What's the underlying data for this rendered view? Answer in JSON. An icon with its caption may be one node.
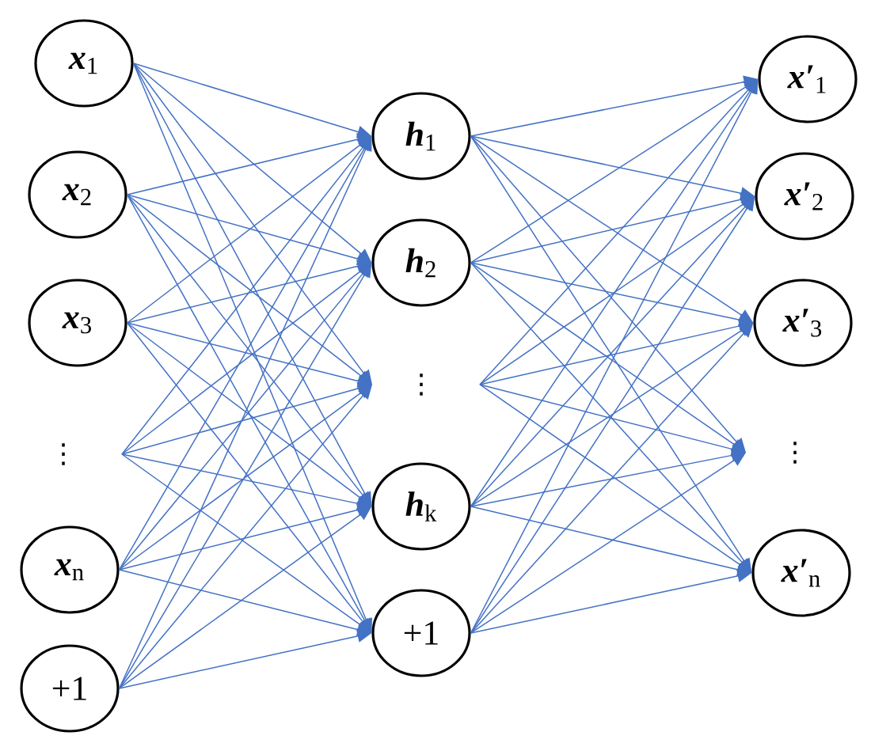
{
  "diagram": {
    "nodes": [
      {
        "text": [
          "**x**$_{1}$"
        ]
      },
      {
        "text": [
          "**x**$_{2}$"
        ]
      },
      {
        "text": [
          "**x**$_{3}$"
        ]
      },
      {
        "text": [
          "⋮"
        ]
      },
      {
        "text": [
          "**x**$_{n}$"
        ]
      },
      {
        "text": [
          "+1"
        ]
      },
      {
        "text": [
          "**h**$_{1}$"
        ]
      },
      {
        "text": [
          "**h**$_{2}$"
        ]
      },
      {
        "text": [
          "⋮"
        ]
      },
      {
        "text": [
          "**h**$_{k}$"
        ]
      },
      {
        "text": [
          "+1"
        ]
      },
      {
        "text": [
          "**x′**$_{1}$"
        ]
      },
      {
        "text": [
          "**x′**$_{2}$"
        ]
      },
      {
        "text": [
          "**x′**$_{3}$"
        ]
      },
      {
        "text": [
          "⋮"
        ]
      },
      {
        "text": [
          "**x′**$_{n}$"
        ]
      }
    ],
    "edges": [
      {
        "from": 0,
        "to": 6,
        "arrow": "to"
      },
      {
        "from": 0,
        "to": 7,
        "arrow": "to"
      },
      {
        "from": 0,
        "to": 8,
        "arrow": "to"
      },
      {
        "from": 0,
        "to": 9,
        "arrow": "to"
      },
      {
        "from": 0,
        "to": 10,
        "arrow": "to"
      },
      {
        "from": 1,
        "to": 6,
        "arrow": "to"
      },
      {
        "from": 1,
        "to": 7,
        "arrow": "to"
      },
      {
        "from": 1,
        "to": 8,
        "arrow": "to"
      },
      {
        "from": 1,
        "to": 9,
        "arrow": "to"
      },
      {
        "from": 1,
        "to": 10,
        "arrow": "to"
      },
      {
        "from": 2,
        "to": 6,
        "arrow": "to"
      },
      {
        "from": 2,
        "to": 7,
        "arrow": "to"
      },
      {
        "from": 2,
        "to": 8,
        "arrow": "to"
      },
      {
        "from": 2,
        "to": 9,
        "arrow": "to"
      },
      {
        "from": 2,
        "to": 10,
        "arrow": "to"
      },
      {
        "from": 3,
        "to": 6,
        "arrow": "to"
      },
      {
        "from": 3,
        "to": 7,
        "arrow": "to"
      },
      {
        "from": 3,
        "to": 8,
        "arrow": "to"
      },
      {
        "from": 3,
        "to": 9,
        "arrow": "to"
      },
      {
        "from": 3,
        "to": 10,
        "arrow": "to"
      },
      {
        "from": 4,
        "to": 6,
        "arrow": "to"
      },
      {
        "from": 4,
        "to": 7,
        "arrow": "to"
      },
      {
        "from": 4,
        "to": 8,
        "arrow": "to"
      },
      {
        "from": 4,
        "to": 9,
        "arrow": "to"
      },
      {
        "from": 4,
        "to": 10,
        "arrow": "to"
      },
      {
        "from": 5,
        "to": 6,
        "arrow": "to"
      },
      {
        "from": 5,
        "to": 7,
        "arrow": "to"
      },
      {
        "from": 5,
        "to": 8,
        "arrow": "to"
      },
      {
        "from": 5,
        "to": 9,
        "arrow": "to"
      },
      {
        "from": 5,
        "to": 10,
        "arrow": "to"
      },
      {
        "from": 6,
        "to": 11,
        "arrow": "to"
      },
      {
        "from": 6,
        "to": 12,
        "arrow": "to"
      },
      {
        "from": 6,
        "to": 13,
        "arrow": "to"
      },
      {
        "from": 6,
        "to": 14,
        "arrow": "to"
      },
      {
        "from": 6,
        "to": 15,
        "arrow": "to"
      },
      {
        "from": 7,
        "to": 11,
        "arrow": "to"
      },
      {
        "from": 7,
        "to": 12,
        "arrow": "to"
      },
      {
        "from": 7,
        "to": 13,
        "arrow": "to"
      },
      {
        "from": 7,
        "to": 14,
        "arrow": "to"
      },
      {
        "from": 7,
        "to": 15,
        "arrow": "to"
      },
      {
        "from": 8,
        "to": 11,
        "arrow": "to"
      },
      {
        "from": 8,
        "to": 12,
        "arrow": "to"
      },
      {
        "from": 8,
        "to": 13,
        "arrow": "to"
      },
      {
        "from": 8,
        "to": 14,
        "arrow": "to"
      },
      {
        "from": 8,
        "to": 15,
        "arrow": "to"
      },
      {
        "from": 9,
        "to": 11,
        "arrow": "to"
      },
      {
        "from": 9,
        "to": 12,
        "arrow": "to"
      },
      {
        "from": 9,
        "to": 13,
        "arrow": "to"
      },
      {
        "from": 9,
        "to": 14,
        "arrow": "to"
      },
      {
        "from": 9,
        "to": 15,
        "arrow": "to"
      },
      {
        "from": 10,
        "to": 11,
        "arrow": "to"
      },
      {
        "from": 10,
        "to": 12,
        "arrow": "to"
      },
      {
        "from": 10,
        "to": 13,
        "arrow": "to"
      },
      {
        "from": 10,
        "to": 14,
        "arrow": "to"
      },
      {
        "from": 10,
        "to": 15,
        "arrow": "to"
      }
    ]
  }
}
